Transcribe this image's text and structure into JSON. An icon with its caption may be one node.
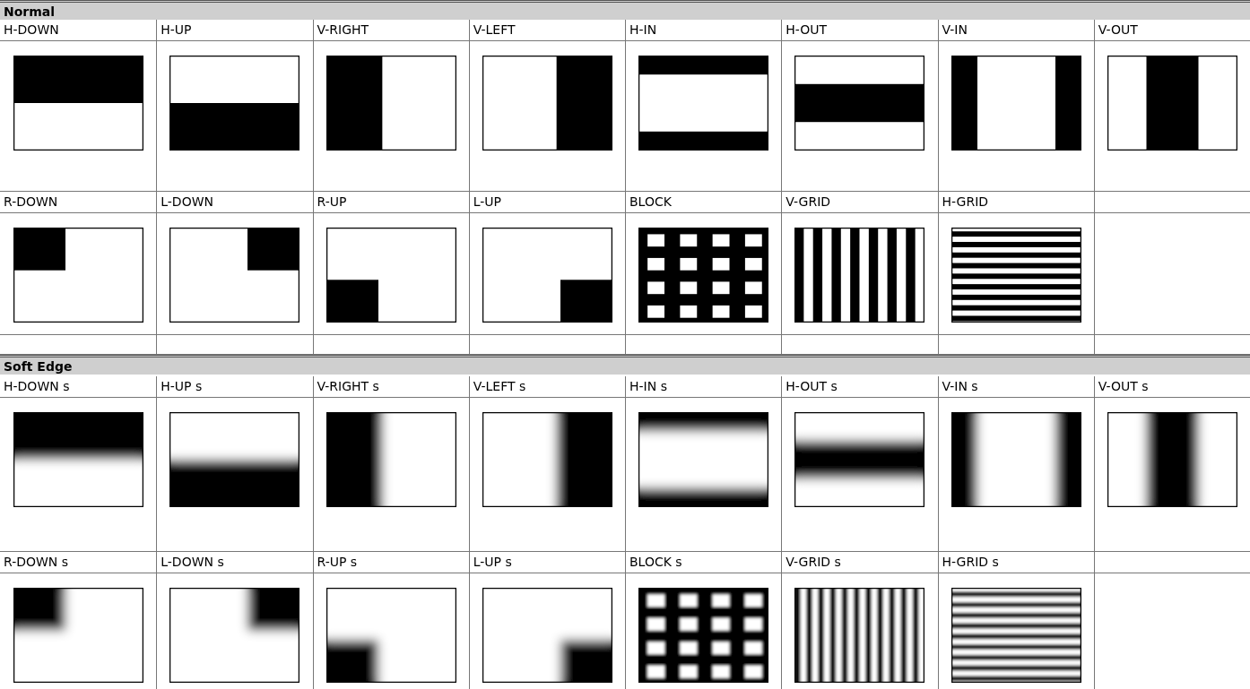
{
  "diagram": {
    "labels": [
      "Normal",
      "H-DOWN",
      "H-UP",
      "V-RIGHT",
      "V-LEFT",
      "H-IN",
      "H-OUT",
      "V-IN",
      "V-OUT",
      "R-DOWN",
      "L-DOWN",
      "R-UP",
      "L-UP",
      "BLOCK",
      "V-GRID",
      "H-GRID",
      "Soft Edge",
      "H-DOWN s",
      "H-UP s",
      "V-RIGHT s",
      "V-LEFT s",
      "H-IN s",
      "H-OUT s",
      "V-IN s",
      "V-OUT s",
      "R-DOWN s",
      "L-DOWN s",
      "R-UP s",
      "L-UP s",
      "BLOCK s",
      "V-GRID s",
      "H-GRID s"
    ]
  }
}
